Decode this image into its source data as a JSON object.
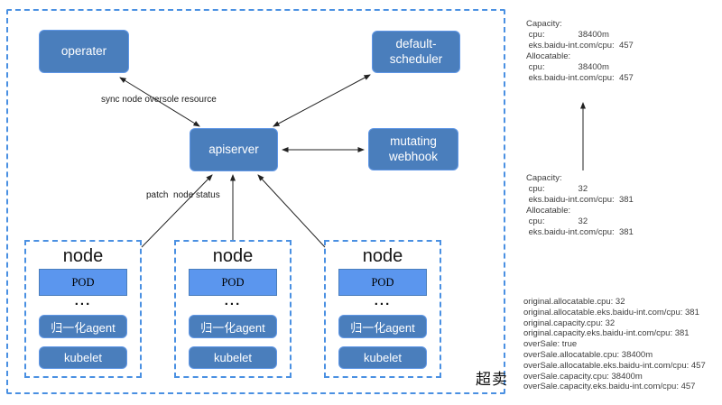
{
  "diagram": {
    "cluster_label": "超卖",
    "operator_label": "operater",
    "scheduler_label": "default-scheduler",
    "apiserver_label": "apiserver",
    "webhook_label": "mutating webhook",
    "edge_labels": {
      "sync": "sync node oversole resource",
      "patch": "patch  node status"
    },
    "nodes": [
      {
        "title": "node",
        "pod": "POD",
        "dots": "...",
        "agent": "归一化agent",
        "kubelet": "kubelet"
      },
      {
        "title": "node",
        "pod": "POD",
        "dots": "...",
        "agent": "归一化agent",
        "kubelet": "kubelet"
      },
      {
        "title": "node",
        "pod": "POD",
        "dots": "...",
        "agent": "归一化agent",
        "kubelet": "kubelet"
      }
    ]
  },
  "side_panel": {
    "oversold_status": [
      "Capacity:",
      " cpu:              38400m",
      " eks.baidu-int.com/cpu:  457",
      "Allocatable:",
      " cpu:              38400m",
      " eks.baidu-int.com/cpu:  457"
    ],
    "original_status": [
      "Capacity:",
      " cpu:              32",
      " eks.baidu-int.com/cpu:  381",
      "Allocatable:",
      " cpu:              32",
      " eks.baidu-int.com/cpu:  381"
    ],
    "annotations": [
      "original.allocatable.cpu: 32",
      "original.allocatable.eks.baidu-int.com/cpu: 381",
      "original.capacity.cpu: 32",
      "original.capacity.eks.baidu-int.com/cpu: 381",
      "overSale: true",
      "overSale.allocatable.cpu: 38400m",
      "overSale.allocatable.eks.baidu-int.com/cpu: 457",
      "overSale.capacity.cpu: 38400m",
      "overSale.capacity.eks.baidu-int.com/cpu: 457"
    ]
  },
  "colors": {
    "box_fill": "#4a7ebc",
    "box_border": "#6097e6",
    "pod_fill": "#5b96ee",
    "dashed_border": "#4a90e2",
    "arrow": "#222222"
  }
}
